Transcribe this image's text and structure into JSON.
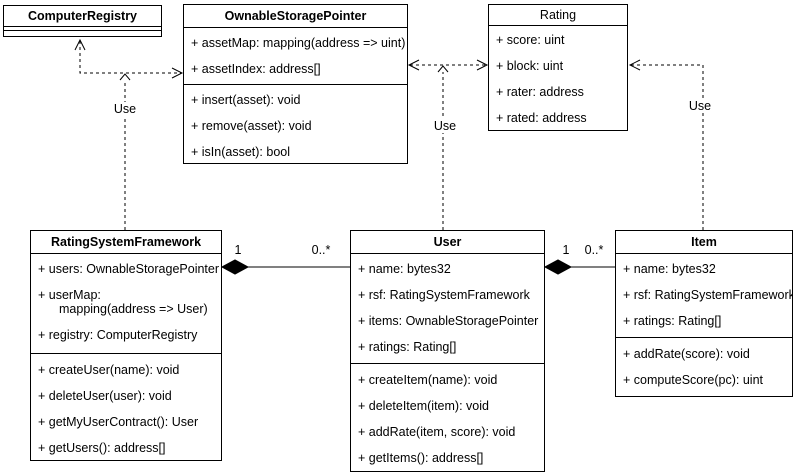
{
  "classes": {
    "computer_registry": {
      "title": "ComputerRegistry"
    },
    "ownable_storage_pointer": {
      "title": "OwnableStoragePointer",
      "attributes": [
        "+ assetMap: mapping(address => uint)",
        "+ assetIndex: address[]"
      ],
      "methods": [
        "+ insert(asset): void",
        "+ remove(asset): void",
        "+ isIn(asset): bool"
      ]
    },
    "rating": {
      "title": "Rating",
      "attributes": [
        "+ score: uint",
        "+ block: uint",
        "+ rater: address",
        "+ rated: address"
      ]
    },
    "rating_system_framework": {
      "title": "RatingSystemFramework",
      "attributes": [
        "+ users: OwnableStoragePointer",
        "+ userMap:",
        "mapping(address => User)",
        "+ registry: ComputerRegistry"
      ],
      "methods": [
        "+ createUser(name): void",
        "+ deleteUser(user): void",
        "+ getMyUserContract(): User",
        "+ getUsers(): address[]"
      ]
    },
    "user": {
      "title": "User",
      "attributes": [
        "+ name: bytes32",
        "+ rsf: RatingSystemFramework",
        "+ items: OwnableStoragePointer",
        "+ ratings: Rating[]"
      ],
      "methods": [
        "+ createItem(name): void",
        "+ deleteItem(item): void",
        "+ addRate(item, score): void",
        "+ getItems(): address[]"
      ]
    },
    "item": {
      "title": "Item",
      "attributes": [
        "+ name: bytes32",
        "+ rsf: RatingSystemFramework",
        "+ ratings: Rating[]"
      ],
      "methods": [
        "+ addRate(score): void",
        "+ computeScore(pc): uint"
      ]
    }
  },
  "labels": {
    "use_left": "Use",
    "use_middle": "Use",
    "use_right": "Use",
    "one_left": "1",
    "many_left": "0..*",
    "one_right": "1",
    "many_right": "0..*"
  },
  "colors": {
    "line": "#000000",
    "background": "#ffffff",
    "text": "#000000"
  }
}
